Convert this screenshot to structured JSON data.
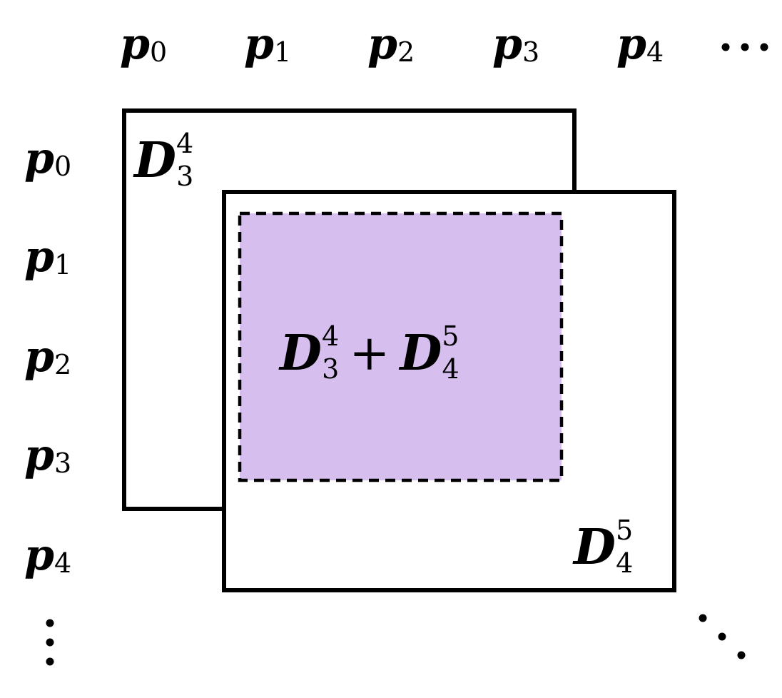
{
  "column_labels": [
    {
      "base": "p",
      "sub": "0"
    },
    {
      "base": "p",
      "sub": "1"
    },
    {
      "base": "p",
      "sub": "2"
    },
    {
      "base": "p",
      "sub": "3"
    },
    {
      "base": "p",
      "sub": "4"
    }
  ],
  "row_labels": [
    {
      "base": "p",
      "sub": "0"
    },
    {
      "base": "p",
      "sub": "1"
    },
    {
      "base": "p",
      "sub": "2"
    },
    {
      "base": "p",
      "sub": "3"
    },
    {
      "base": "p",
      "sub": "4"
    }
  ],
  "blocks": {
    "back": {
      "base": "D",
      "sub": "3",
      "sup": "4"
    },
    "front": {
      "base": "D",
      "sub": "4",
      "sup": "5"
    }
  },
  "overlap": {
    "left": {
      "base": "D",
      "sub": "3",
      "sup": "4"
    },
    "operator": "+",
    "right": {
      "base": "D",
      "sub": "4",
      "sup": "5"
    }
  },
  "colors": {
    "stroke": "#000000",
    "overlap_fill": "#d6bfee",
    "background": "#ffffff"
  }
}
